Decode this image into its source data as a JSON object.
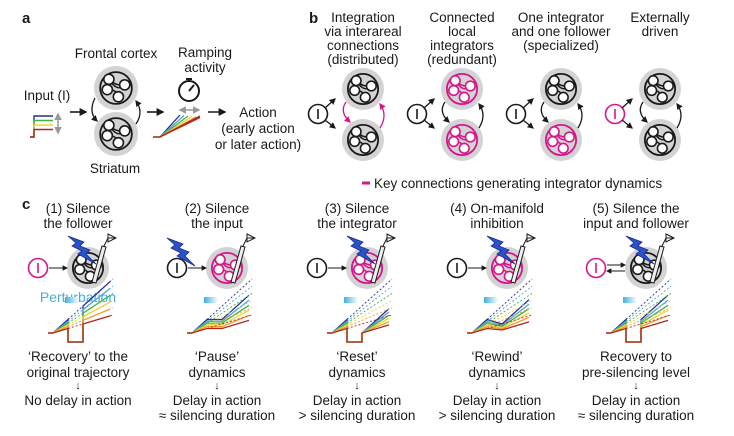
{
  "colors": {
    "magenta": "#d6158c",
    "gray_fill": "#d3d3d3",
    "dark": "#1a1a1a",
    "perturbation": "#3fb0e0",
    "bolt": "#2a52c9",
    "traces": [
      "#2a2a9a",
      "#4fa5e0",
      "#3bb54a",
      "#e8d630",
      "#f09a2a",
      "#b0281e"
    ]
  },
  "panel_a": {
    "label": "a",
    "input_label": "Input (I)",
    "frontal_label": "Frontal cortex",
    "striatum_label": "Striatum",
    "ramping_label_1": "Ramping",
    "ramping_label_2": "activity",
    "action_1": "Action",
    "action_2": "(early action",
    "action_3": "or later action)"
  },
  "panel_b": {
    "label": "b",
    "models": [
      {
        "lines": [
          "Integration",
          "via interareal",
          "connections",
          "(distributed)"
        ],
        "top_magenta": false,
        "bottom_magenta": false,
        "inter_magenta": true,
        "input_magenta": false
      },
      {
        "lines": [
          "Connected",
          "local",
          "integrators",
          "(redundant)"
        ],
        "top_magenta": true,
        "bottom_magenta": true,
        "inter_magenta": false,
        "input_magenta": false
      },
      {
        "lines": [
          "One integrator",
          "and one follower",
          "(specialized)"
        ],
        "top_magenta": false,
        "bottom_magenta": true,
        "inter_magenta": false,
        "input_magenta": false
      },
      {
        "lines": [
          "Externally",
          "driven"
        ],
        "top_magenta": false,
        "bottom_magenta": false,
        "inter_magenta": false,
        "input_magenta": true
      }
    ],
    "input_glyph": "I",
    "legend": "Key connections generating integrator dynamics"
  },
  "panel_c": {
    "label": "c",
    "perturbation_label": "Perturbation",
    "scenarios": [
      {
        "title": [
          "(1) Silence",
          "the follower"
        ],
        "desc": [
          "‘Recovery’ to the",
          "original trajectory"
        ],
        "outcome": [
          "No delay in action"
        ],
        "net_magenta": false,
        "input_magenta": true,
        "bolt_on_input": false,
        "bidirectional": false,
        "dynamics": "recovery"
      },
      {
        "title": [
          "(2) Silence",
          "the input"
        ],
        "desc": [
          "‘Pause’",
          "dynamics"
        ],
        "outcome": [
          "Delay in action",
          "≈ silencing duration"
        ],
        "net_magenta": true,
        "input_magenta": false,
        "bolt_on_input": true,
        "bidirectional": false,
        "dynamics": "pause"
      },
      {
        "title": [
          "(3) Silence",
          "the integrator"
        ],
        "desc": [
          "‘Reset’",
          "dynamics"
        ],
        "outcome": [
          "Delay in action",
          "> silencing duration"
        ],
        "net_magenta": true,
        "input_magenta": false,
        "bolt_on_input": false,
        "bidirectional": false,
        "dynamics": "reset"
      },
      {
        "title": [
          "(4) On-manifold",
          "inhibition"
        ],
        "desc": [
          "‘Rewind’",
          "dynamics"
        ],
        "outcome": [
          "Delay in action",
          "> silencing duration"
        ],
        "net_magenta": true,
        "input_magenta": false,
        "bolt_on_input": false,
        "bidirectional": false,
        "dynamics": "rewind"
      },
      {
        "title": [
          "(5) Silence the",
          "input and follower"
        ],
        "desc": [
          "Recovery to",
          "pre-silencing level"
        ],
        "outcome": [
          "Delay in action",
          "≈ silencing duration"
        ],
        "net_magenta": false,
        "input_magenta": true,
        "bolt_on_input": false,
        "bidirectional": true,
        "dynamics": "presilence"
      }
    ],
    "down_arrow": "↓",
    "input_glyph": "I"
  }
}
